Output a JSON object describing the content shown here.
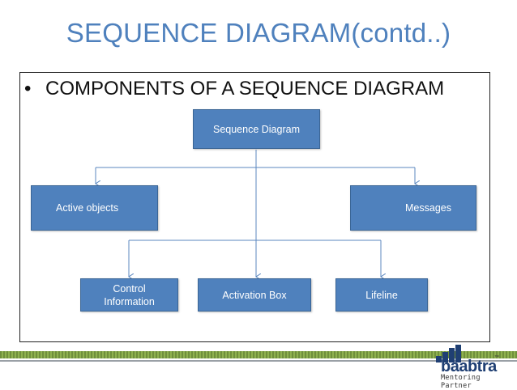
{
  "slide": {
    "title": "SEQUENCE DIAGRAM(contd..)",
    "bullet_symbol": "•",
    "bullet_text": "COMPONENTS OF A SEQUENCE DIAGRAM"
  },
  "diagram": {
    "root": "Sequence Diagram",
    "level1": [
      "Active objects",
      "Messages"
    ],
    "level2": [
      "Control\nInformation",
      "Activation Box",
      "Lifeline"
    ]
  },
  "logo": {
    "name": "baabtra",
    "tagline": "Mentoring Partner",
    "mark": "™"
  },
  "colors": {
    "title": "#4f81bd",
    "node_fill": "#4f81bd",
    "connector": "#5b87bf",
    "footer_green": "#6f8f3c"
  }
}
